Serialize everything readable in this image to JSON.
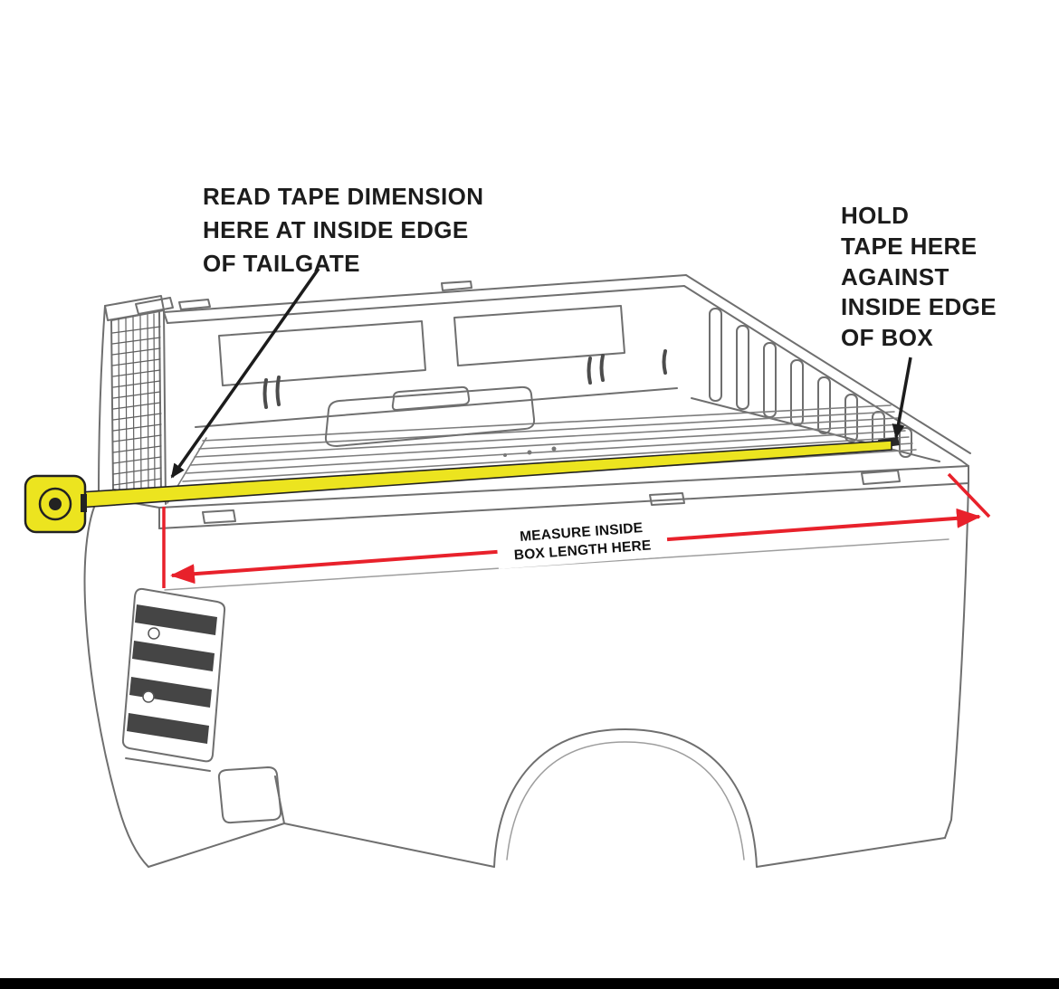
{
  "colors": {
    "tape_yellow": "#ece41f",
    "measure_red": "#e8212b",
    "drawing_gray": "#6f6f6f",
    "text_color": "#1c1c1c"
  },
  "annotations": {
    "read_tape": "READ TAPE DIMENSION\nHERE AT INSIDE EDGE\nOF TAILGATE",
    "hold_tape": "HOLD\nTAPE HERE\nAGAINST\nINSIDE EDGE\nOF BOX",
    "measure_label": "MEASURE INSIDE\nBOX LENGTH HERE"
  }
}
